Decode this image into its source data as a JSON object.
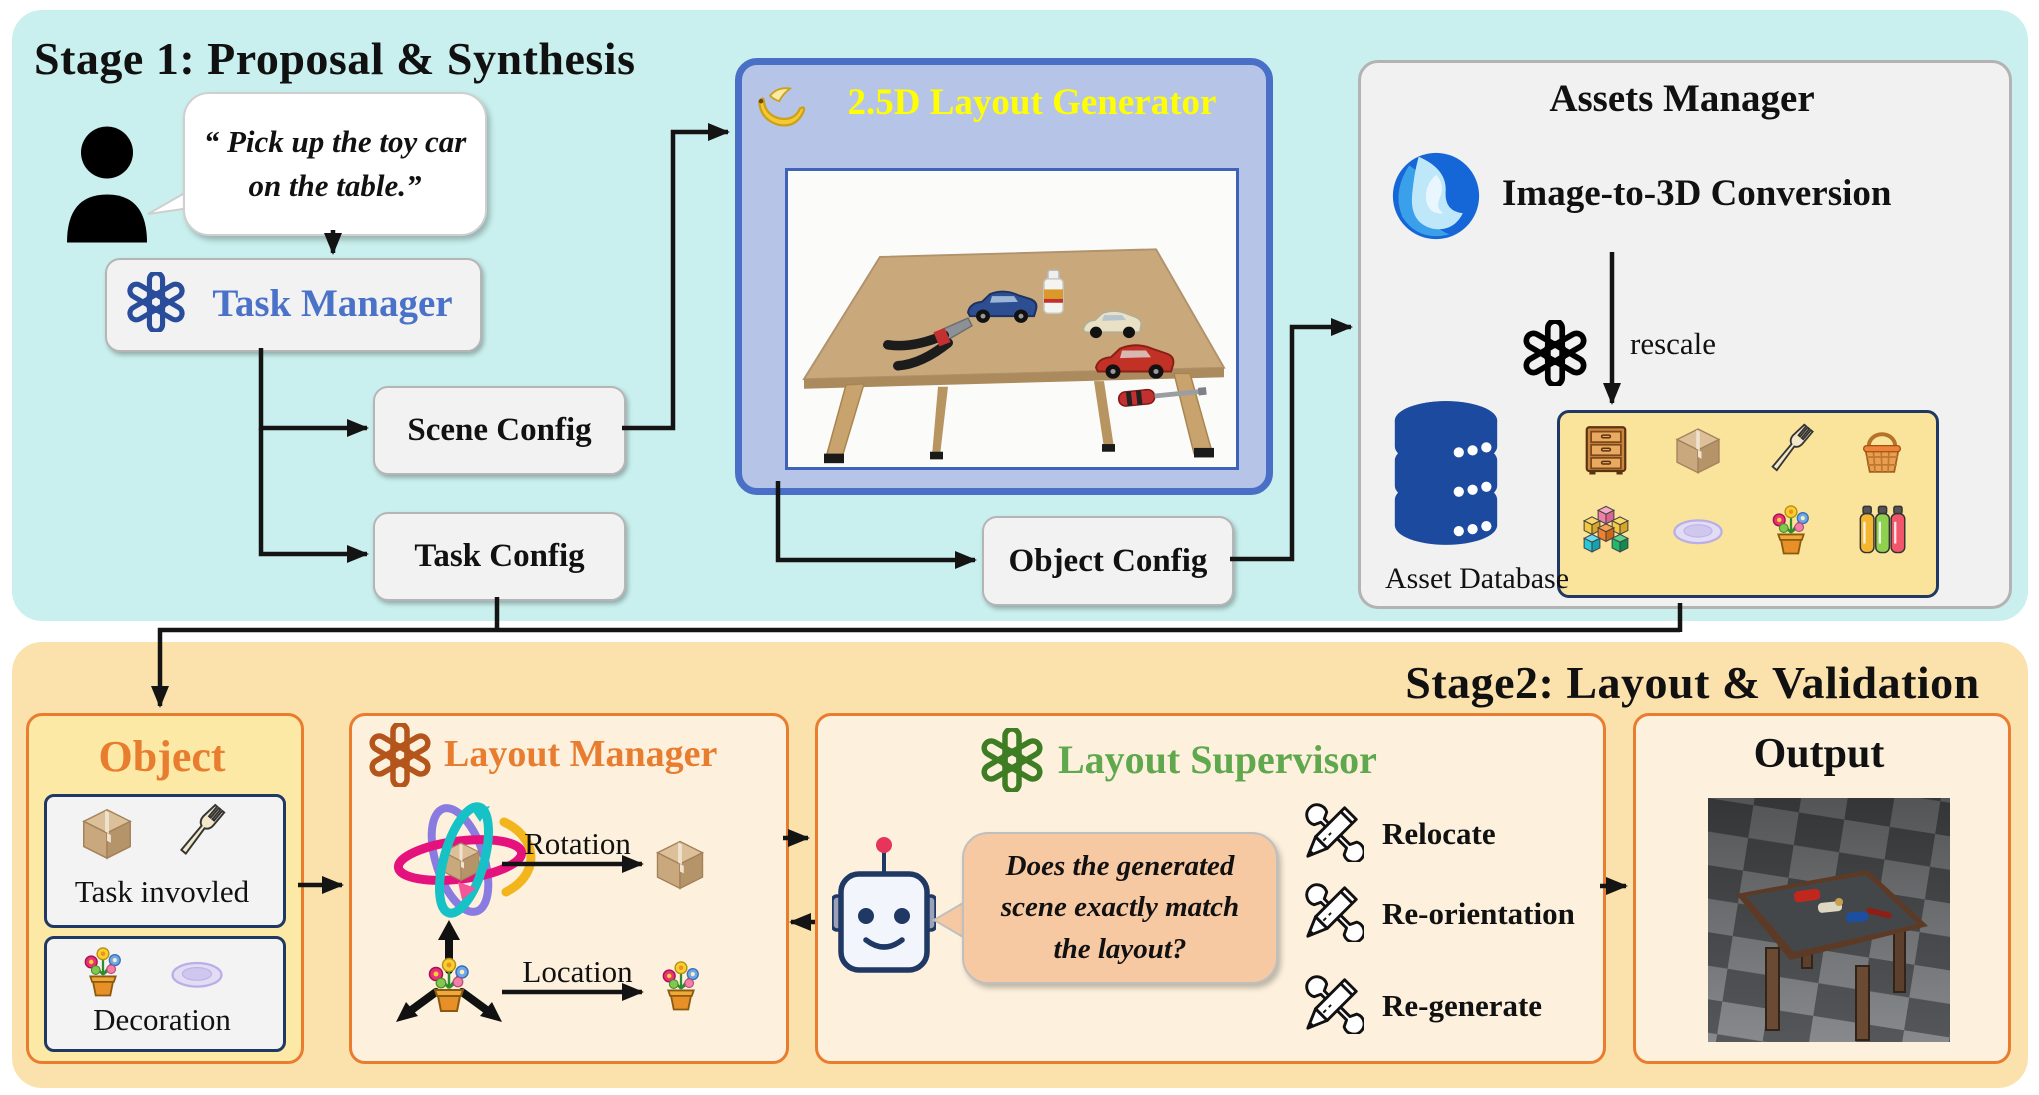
{
  "stage1": {
    "title": "Stage 1: Proposal & Synthesis",
    "user_quote_lines": [
      "“ Pick up the toy car",
      "on the table.”"
    ],
    "task_manager_label": "Task Manager",
    "scene_config_label": "Scene Config",
    "task_config_label": "Task Config",
    "generator_title": "2.5D Layout Generator",
    "object_config_label": "Object Config",
    "assets_manager": {
      "title": "Assets Manager",
      "conversion_label": "Image-to-3D Conversion",
      "rescale_label": "rescale",
      "database_label": "Asset Database"
    }
  },
  "stage2": {
    "title": "Stage2: Layout & Validation",
    "object_panel": {
      "title": "Object",
      "task_involved_label": "Task invovled",
      "decoration_label": "Decoration"
    },
    "layout_manager": {
      "title": "Layout Manager",
      "rotation_label": "Rotation",
      "location_label": "Location"
    },
    "layout_supervisor": {
      "title": "Layout Supervisor",
      "question_lines": [
        "Does the generated",
        "scene exactly match",
        "the layout?"
      ],
      "actions": [
        "Relocate",
        "Re-orientation",
        "Re-generate"
      ]
    },
    "output_panel": {
      "title": "Output"
    }
  },
  "colors": {
    "stage1_bg": "#c9f0ee",
    "stage2_bg": "#fbe2ad",
    "panel_cream": "#fdf1dd",
    "panel_yellow": "#fce9a6",
    "asset_yellow": "#fae49b",
    "accent_orange": "#e87c2f",
    "accent_navy": "#1f3864",
    "task_manager_blue": "#4a72c8",
    "generator_border": "#4a6fc7",
    "generator_fill": "#b6c4e8",
    "generator_title_yellow": "#ffff00",
    "supervisor_green": "#5fa84e",
    "logo_rust": "#b4551c",
    "logo_green": "#3e7d23",
    "database_blue": "#1c4a9e",
    "robot_bubble_peach": "#f6c9a3"
  }
}
